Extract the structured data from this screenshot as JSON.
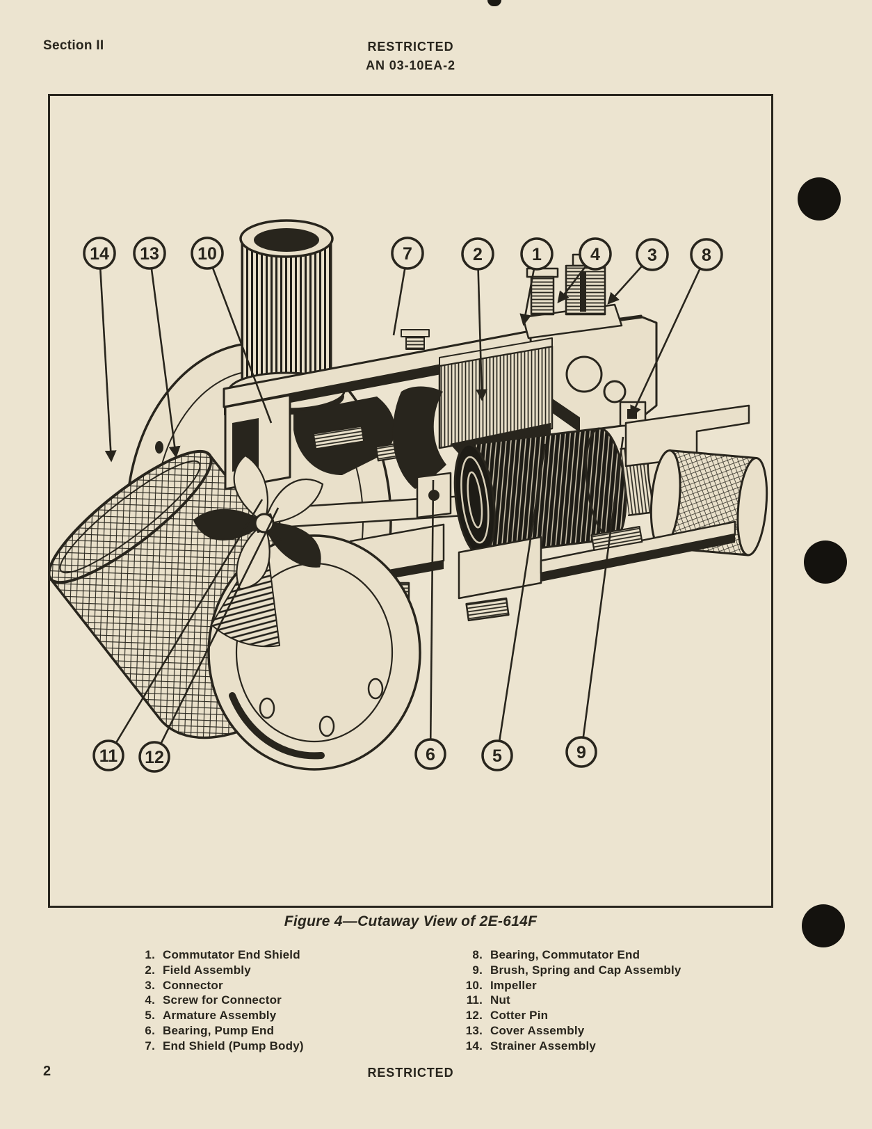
{
  "colors": {
    "paper": "#ece4d0",
    "ink": "#28251d",
    "figure_border": "#29261e",
    "binder_hole": "#14120e"
  },
  "header": {
    "section": "Section II",
    "classification": "RESTRICTED",
    "doc_number": "AN 03-10EA-2"
  },
  "figure": {
    "caption": "Figure 4—Cutaway View of 2E-614F",
    "callouts": {
      "c1": "1",
      "c2": "2",
      "c3": "3",
      "c4": "4",
      "c5": "5",
      "c6": "6",
      "c7": "7",
      "c8": "8",
      "c9": "9",
      "c10": "10",
      "c11": "11",
      "c12": "12",
      "c13": "13",
      "c14": "14"
    }
  },
  "parts_list": {
    "left": [
      {
        "num": "1.",
        "name": "Commutator End Shield"
      },
      {
        "num": "2.",
        "name": "Field Assembly"
      },
      {
        "num": "3.",
        "name": "Connector"
      },
      {
        "num": "4.",
        "name": "Screw for Connector"
      },
      {
        "num": "5.",
        "name": "Armature Assembly"
      },
      {
        "num": "6.",
        "name": "Bearing, Pump End"
      },
      {
        "num": "7.",
        "name": "End Shield (Pump Body)"
      }
    ],
    "right": [
      {
        "num": "8.",
        "name": "Bearing, Commutator End"
      },
      {
        "num": "9.",
        "name": "Brush, Spring and Cap Assembly"
      },
      {
        "num": "10.",
        "name": "Impeller"
      },
      {
        "num": "11.",
        "name": "Nut"
      },
      {
        "num": "12.",
        "name": "Cotter Pin"
      },
      {
        "num": "13.",
        "name": "Cover Assembly"
      },
      {
        "num": "14.",
        "name": "Strainer Assembly"
      }
    ]
  },
  "footer": {
    "page_number": "2",
    "classification": "RESTRICTED"
  }
}
